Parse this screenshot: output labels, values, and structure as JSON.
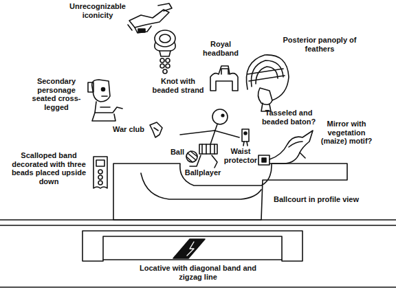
{
  "diagram": {
    "labels": [
      "Unrecognizable iconicity",
      "Royal headband",
      "Knot with beaded strand",
      "Posterior panoply of feathers",
      "Secondary personage seated cross-legged",
      "Tasseled and beaded baton?",
      "War club",
      "Ball",
      "Waist protector",
      "Mirror with vegetation (maize) motif?",
      "Ballplayer",
      "Scalloped band decorated with three beads placed upside down",
      "Ballcourt in profile view",
      "Locative with diagonal band and zigzag line"
    ]
  }
}
